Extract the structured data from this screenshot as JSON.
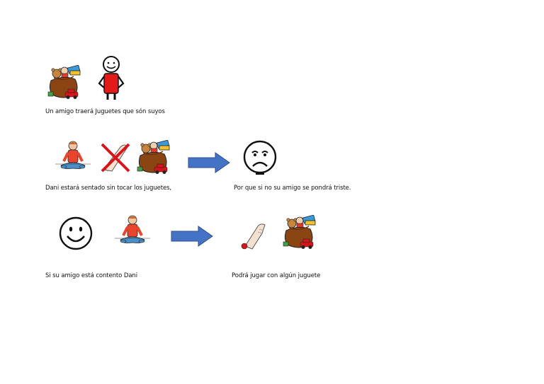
{
  "rows": [
    {
      "captions": [
        "Un amigo traerá Juguetes que són suyos"
      ]
    },
    {
      "captions": [
        "Dani estará sentado sin tocar los juguetes,",
        "Por que si no su amigo se pondrá triste."
      ]
    },
    {
      "captions": [
        "Si su amigo está contento Dani",
        "Podrá jugar con algún juguete"
      ]
    }
  ],
  "icons": [
    "toy-bag-icon",
    "friend-person-icon",
    "sitting-boy-icon",
    "no-touch-hand-icon",
    "arrow-right-icon",
    "sad-face-icon",
    "happy-face-icon",
    "pointing-hand-icon"
  ],
  "colors": {
    "bag": "#8B4513",
    "shirt": "#e8452c",
    "arrow": "#4472C4",
    "cross": "#d8141a",
    "friend_shirt": "#e21a1a"
  }
}
